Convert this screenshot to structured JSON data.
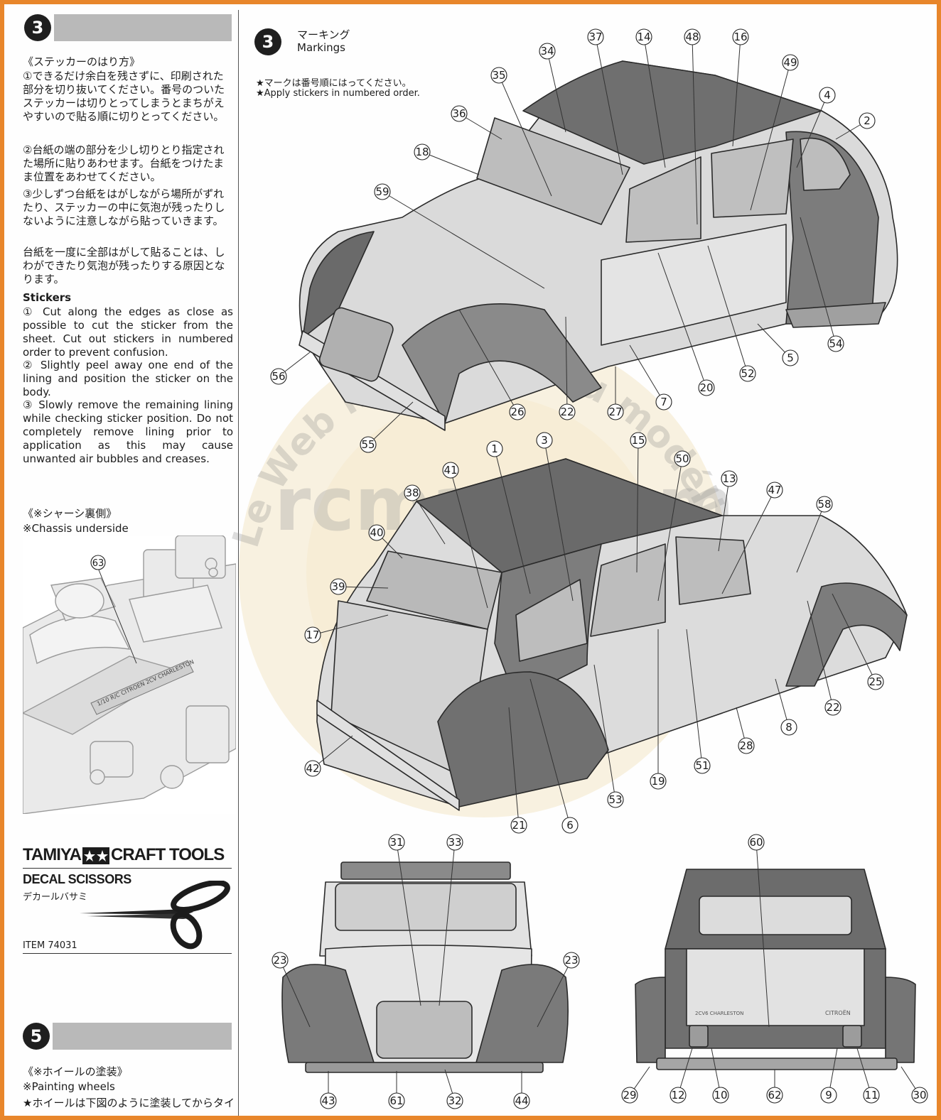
{
  "colors": {
    "frame": "#e8862b",
    "step_bar": "#b9b9b9",
    "body_light": "#d9d9d9",
    "body_dark": "#8a8a8a",
    "roof": "#6f6f6f"
  },
  "left": {
    "step3_number": "3",
    "stickers_title_jp": "《ステッカーのはり方》",
    "stickers_jp_1": "①できるだけ余白を残さずに、印刷された部分を切り抜いてください。番号のついたステッカーは切りとってしまうとまちがえやすいので貼る順に切りとってください。",
    "stickers_jp_2": "②台紙の端の部分を少し切りとり指定された場所に貼りあわせます。台紙をつけたまま位置をあわせてください。",
    "stickers_jp_3": "③少しずつ台紙をはがしながら場所がずれたり、ステッカーの中に気泡が残ったりしないように注意しながら貼っていきます。",
    "stickers_jp_4": "台紙を一度に全部はがして貼ることは、しわができたり気泡が残ったりする原因となります。",
    "stickers_title_en": "Stickers",
    "stickers_en_1": "① Cut along the edges as close as possible to cut the sticker from the sheet. Cut out stickers in numbered order to prevent confusion.",
    "stickers_en_2": "② Slightly peel away one end of the lining and position the sticker on the body.",
    "stickers_en_3": "③ Slowly remove the remaining lining while checking sticker position. Do not completely remove lining prior to application as this may cause unwanted air bubbles and creases.",
    "chassis_title_jp": "《※シャーシ裏側》",
    "chassis_title_en": "※Chassis underside",
    "chassis_callout": "63",
    "chassis_plate_text": "1/10 R/C CITROEN 2CV CHARLESTON",
    "tool_brand": "TAMIYA",
    "tool_line": "CRAFT TOOLS",
    "tool_name": "DECAL SCISSORS",
    "tool_name_jp": "デカールバサミ",
    "tool_item": "ITEM 74031",
    "step5_number": "5",
    "wheels_title_jp": "《※ホイールの塗装》",
    "wheels_title_en": "※Painting wheels",
    "wheels_note_jp": "★ホイールは下図のように塗装してからタイ"
  },
  "right": {
    "step_number": "3",
    "title_jp": "マーキング",
    "title_en": "Markings",
    "note_jp": "★マークは番号順にはってください。",
    "note_en": "★Apply stickers in numbered order.",
    "rear_plate_left": "2CV6 CHARLESTON",
    "rear_plate_right": "CITROËN",
    "watermark_main": "rcmag.com",
    "watermark_arc": "Le Web magazine du modélisme"
  },
  "callouts": {
    "view1": [
      "34",
      "37",
      "14",
      "48",
      "16",
      "35",
      "49",
      "4",
      "36",
      "2",
      "18",
      "59",
      "56",
      "55",
      "26",
      "22",
      "27",
      "7",
      "20",
      "52",
      "5",
      "54"
    ],
    "view2": [
      "1",
      "3",
      "15",
      "50",
      "13",
      "41",
      "38",
      "47",
      "58",
      "40",
      "39",
      "17",
      "42",
      "21",
      "6",
      "53",
      "19",
      "51",
      "28",
      "8",
      "22",
      "25"
    ],
    "front": [
      "31",
      "33",
      "23",
      "23",
      "43",
      "61",
      "32",
      "44"
    ],
    "rear": [
      "60",
      "29",
      "12",
      "10",
      "62",
      "9",
      "11",
      "30"
    ]
  }
}
